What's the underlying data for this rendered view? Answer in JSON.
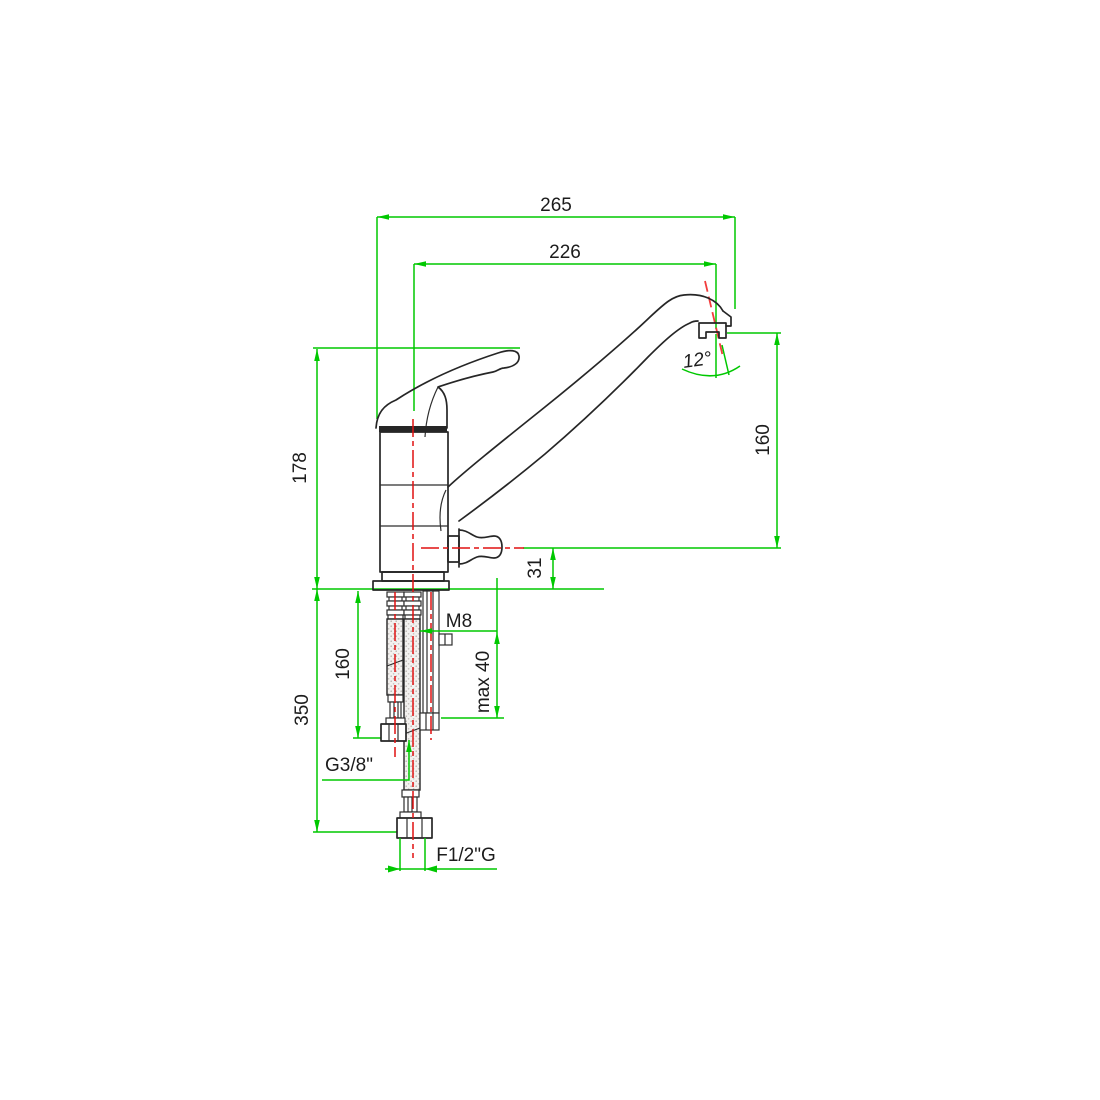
{
  "drawing": {
    "labels": {
      "overall_reach": "265",
      "spout_reach": "226",
      "spout_angle": "12°",
      "body_height": "178",
      "outlet_height": "160",
      "knob_to_deck": "31",
      "hose_length": "160",
      "clamp_range": "max 40",
      "stud_thread": "M8",
      "under_counter_length": "350",
      "hose_thread": "G3/8\"",
      "supply_thread": "F1/2\"G"
    },
    "colors": {
      "dimension_green": "#00c800",
      "centerline_red": "#e01010",
      "outline_black": "#262626",
      "background": "#ffffff"
    }
  }
}
